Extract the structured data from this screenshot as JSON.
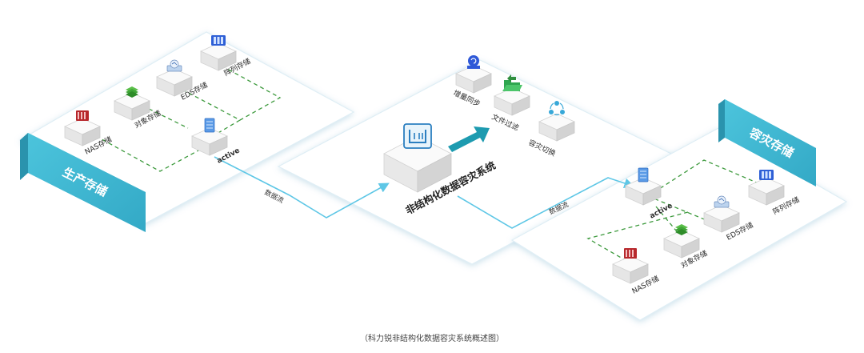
{
  "production": {
    "banner": "生产存储",
    "nodes": {
      "nas": "NAS存储",
      "object": "对象存储",
      "eds": "EDS存储",
      "array": "阵列存储",
      "active": "active"
    }
  },
  "dr": {
    "banner": "容灾存储",
    "nodes": {
      "nas": "NAS存储",
      "object": "对象存储",
      "eds": "EDS存储",
      "array": "阵列存储",
      "active": "active"
    }
  },
  "system": {
    "title": "非结构化数据容灾系统",
    "features": {
      "sync": "增量同步",
      "filter": "文件过滤",
      "switch": "容灾切换"
    }
  },
  "flows": {
    "left": "数据流",
    "right": "数据流"
  },
  "caption": "（科力锐非结构化数据容灾系统概述图）",
  "colors": {
    "banner": "#3fb9d3",
    "flow_line": "#5fc7e6",
    "dashed": "#3d9a3d",
    "arrow": "#1d9bb0"
  }
}
